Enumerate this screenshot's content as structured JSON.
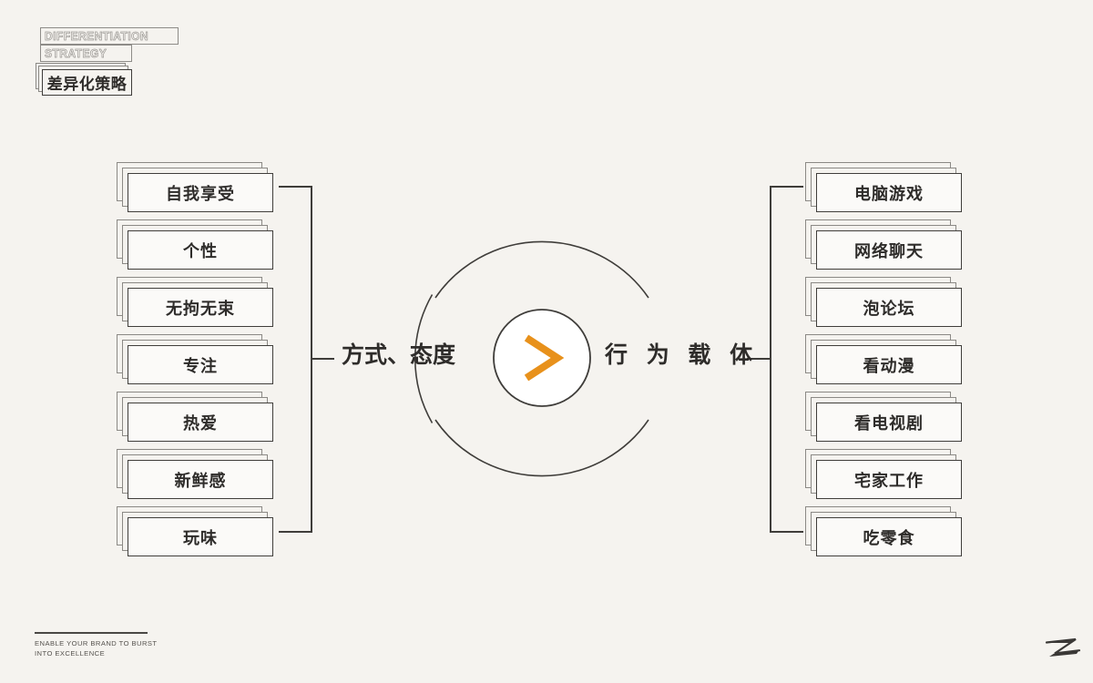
{
  "brand": {
    "en_line1": "DIFFERENTIATION",
    "en_line2": "STRATEGY",
    "cn": "差异化策略"
  },
  "center": {
    "left_label": "方式、态度",
    "right_label": "行 为 载 体",
    "chevron_icon": "chevron-right-icon",
    "accent_color": "#E8911B",
    "ring_color": "#3F3D3A"
  },
  "left_column": {
    "title": "方式、态度",
    "items": [
      {
        "label": "自我享受"
      },
      {
        "label": "个性"
      },
      {
        "label": "无拘无束"
      },
      {
        "label": "专注"
      },
      {
        "label": "热爱"
      },
      {
        "label": "新鲜感"
      },
      {
        "label": "玩味"
      }
    ]
  },
  "right_column": {
    "title": "行 为 载 体",
    "items": [
      {
        "label": "电脑游戏"
      },
      {
        "label": "网络聊天"
      },
      {
        "label": "泡论坛"
      },
      {
        "label": "看动漫"
      },
      {
        "label": "看电视剧"
      },
      {
        "label": "宅家工作"
      },
      {
        "label": "吃零食"
      }
    ]
  },
  "footer": {
    "tagline_line1": "ENABLE YOUR BRAND TO BURST",
    "tagline_line2": "INTO EXCELLENCE",
    "logo_letter": "Z"
  },
  "palette": {
    "background": "#F5F3EF",
    "ink": "#2E2C2A",
    "line": "#3F3D3A",
    "light_line": "#8B8985",
    "accent": "#E8911B"
  }
}
